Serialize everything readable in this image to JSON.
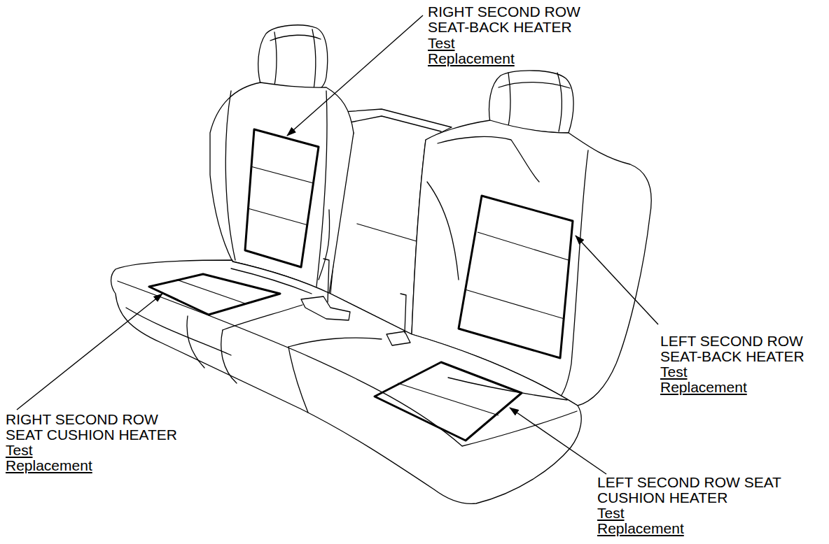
{
  "diagram": {
    "labels": [
      "RIGHT SECOND ROW SEAT-BACK HEATER",
      "Test",
      "Replacement",
      "LEFT SECOND ROW SEAT-BACK HEATER",
      "Test",
      "Replacement",
      "RIGHT SECOND ROW SEAT CUSHION HEATER",
      "Test",
      "Replacement",
      "LEFT SECOND ROW SEAT CUSHION HEATER",
      "Test",
      "Replacement"
    ]
  }
}
